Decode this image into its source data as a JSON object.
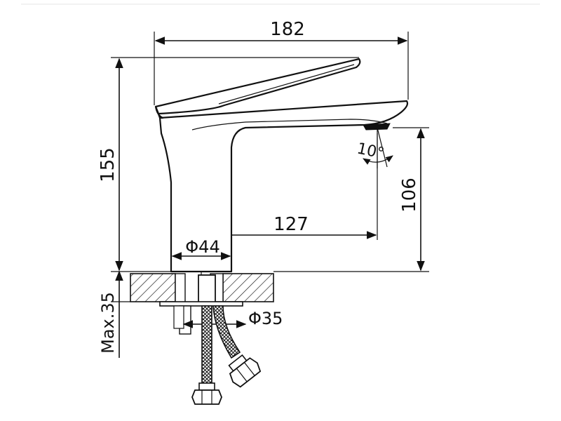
{
  "dimensions": {
    "width_total": "182",
    "height_total": "155",
    "spout_height": "106",
    "reach": "127",
    "body_diameter": "Φ44",
    "hole_diameter": "Φ35",
    "max_deck": "Max.35",
    "angle": "10°"
  },
  "colors": {
    "line": "#111111",
    "background": "#ffffff"
  }
}
